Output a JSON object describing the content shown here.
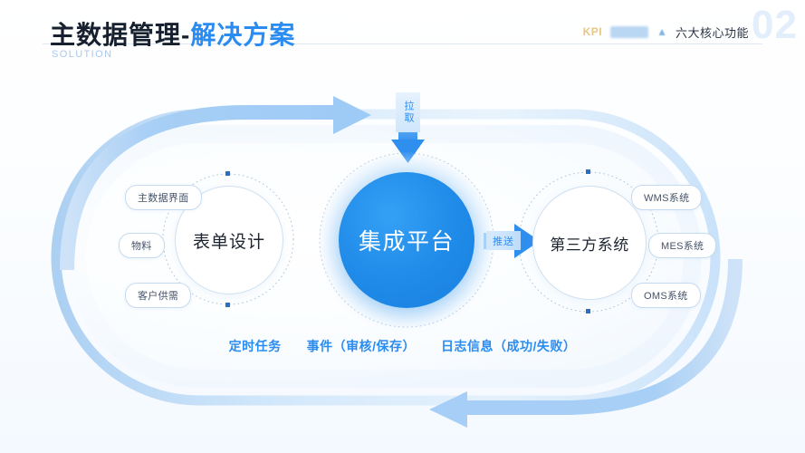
{
  "header": {
    "title_main": "主数据管理-",
    "title_accent": "解决方案",
    "subtitle": "SOLUTION",
    "kpi_label": "KPI",
    "feature_label": "六大核心功能",
    "section_number": "02"
  },
  "diagram": {
    "left_node": "表单设计",
    "center_node": "集成平台",
    "right_node": "第三方系统",
    "pull_label": "拉取",
    "push_label": "推送",
    "left_tags": [
      "主数据界面",
      "物料",
      "客户供需"
    ],
    "right_tags": [
      "WMS系统",
      "MES系统",
      "OMS系统"
    ],
    "bottom_labels": [
      "定时任务",
      "事件（审核/保存）",
      "日志信息（成功/失败）"
    ]
  },
  "colors": {
    "accent_blue": "#2a8cf0",
    "core_blue": "#1f8ae8",
    "arrow_blue": "#a8cff5",
    "title_dark": "#17202e",
    "subtitle_blue": "#a9c9ec",
    "watermark": "#e2eefb"
  }
}
